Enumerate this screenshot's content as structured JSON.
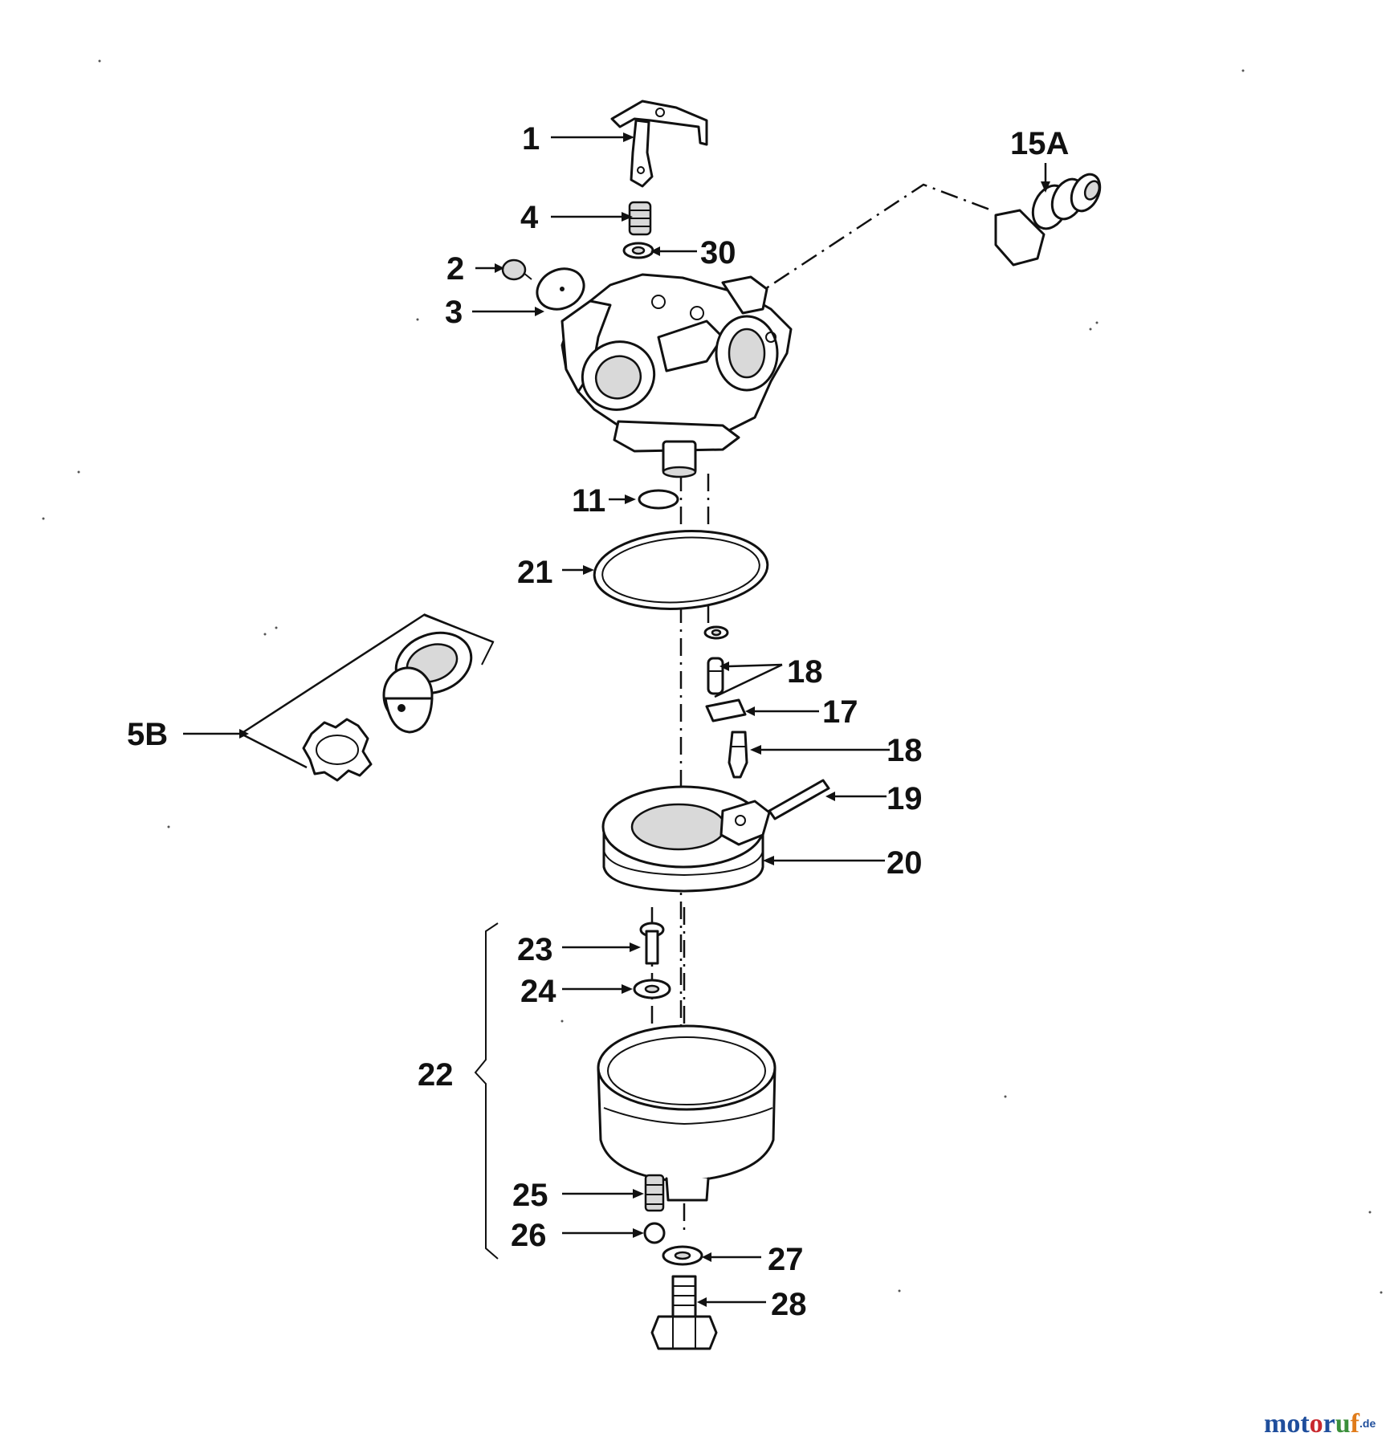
{
  "callouts": {
    "c1": "1",
    "c2": "2",
    "c3": "3",
    "c4": "4",
    "c5b": "5B",
    "c11": "11",
    "c15a": "15A",
    "c17": "17",
    "c18a": "18",
    "c18b": "18",
    "c19": "19",
    "c20": "20",
    "c21": "21",
    "c22": "22",
    "c23": "23",
    "c24": "24",
    "c25": "25",
    "c26": "26",
    "c27": "27",
    "c28": "28",
    "c30": "30"
  },
  "watermark": {
    "m1": "m",
    "o1": "o",
    "t": "t",
    "o2": "o",
    "r": "r",
    "u": "u",
    "f": "f",
    "suffix": ".de"
  },
  "colors": {
    "ink": "#111111",
    "paper": "#ffffff",
    "brand_blue": "#1f4e9c",
    "brand_red": "#c8282d",
    "brand_green": "#3a8f3a",
    "brand_orange": "#e07b1a"
  }
}
